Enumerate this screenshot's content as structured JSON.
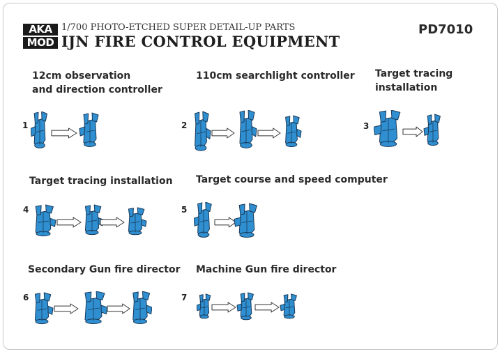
{
  "header": {
    "logo_top": "AKA",
    "logo_bottom": "MOD",
    "subtitle": "1/700 PHOTO-ETCHED SUPER DETAIL-UP PARTS",
    "title": "IJN FIRE CONTROL EQUIPMENT",
    "product_code": "PD7010"
  },
  "sections": [
    {
      "title_lines": [
        "12cm observation",
        "and direction controller"
      ],
      "step": "1"
    },
    {
      "title_lines": [
        "110cm searchlight controller"
      ],
      "step": "2"
    },
    {
      "title_lines": [
        "Target tracing",
        "installation"
      ],
      "step": "3"
    },
    {
      "title_lines": [
        "Target tracing installation"
      ],
      "step": "4"
    },
    {
      "title_lines": [
        "Target course and speed computer"
      ],
      "step": "5"
    },
    {
      "title_lines": [
        "Secondary Gun fire director"
      ],
      "step": "6"
    },
    {
      "title_lines": [
        "Machine Gun fire director"
      ],
      "step": "7"
    }
  ],
  "colors": {
    "part_fill": "#2f8fd0",
    "part_stroke": "#1a3a5a",
    "arrow_fill": "#ffffff",
    "arrow_stroke": "#333333"
  },
  "icons": {
    "part": "photo-etched-part-icon",
    "arrow": "assembly-arrow-icon"
  }
}
